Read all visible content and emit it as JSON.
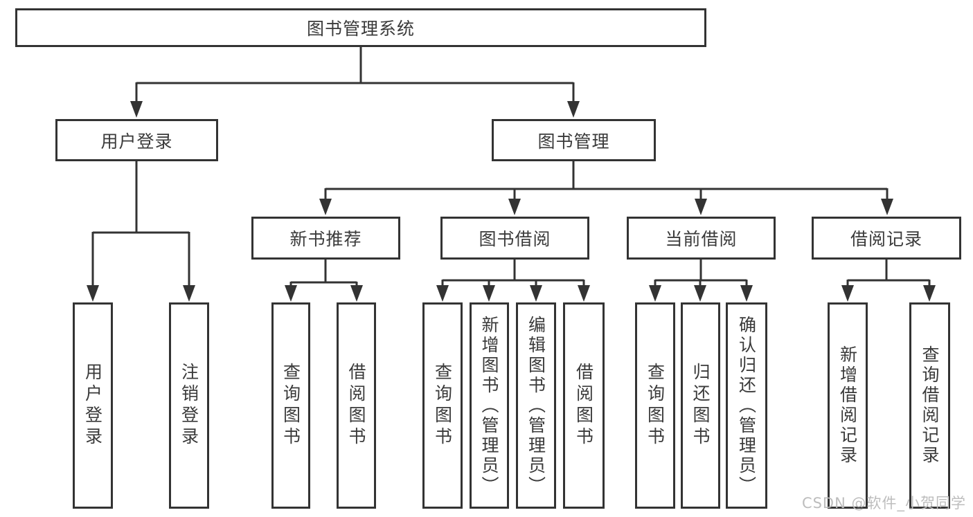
{
  "tree": {
    "root": {
      "label": "图书管理系统"
    },
    "level2": [
      {
        "label": "用户登录",
        "children": [
          {
            "label": "用户登录"
          },
          {
            "label": "注销登录"
          }
        ]
      },
      {
        "label": "图书管理",
        "children": [
          {
            "label": "新书推荐",
            "children": [
              {
                "label": "查询图书"
              },
              {
                "label": "借阅图书"
              }
            ]
          },
          {
            "label": "图书借阅",
            "children": [
              {
                "label": "查询图书"
              },
              {
                "label": "新增图书（管理员）"
              },
              {
                "label": "编辑图书（管理员）"
              },
              {
                "label": "借阅图书"
              }
            ]
          },
          {
            "label": "当前借阅",
            "children": [
              {
                "label": "查询图书"
              },
              {
                "label": "归还图书"
              },
              {
                "label": "确认归还（管理员）"
              }
            ]
          },
          {
            "label": "借阅记录",
            "children": [
              {
                "label": "新增借阅记录"
              },
              {
                "label": "查询借阅记录"
              }
            ]
          }
        ]
      }
    ]
  },
  "watermark": {
    "text": "CSDN @软件_小贺同学"
  },
  "colors": {
    "line": "#333333",
    "box_border": "#333333",
    "text": "#3a3a3a",
    "watermark": "#bdbdbd",
    "background": "#ffffff"
  }
}
